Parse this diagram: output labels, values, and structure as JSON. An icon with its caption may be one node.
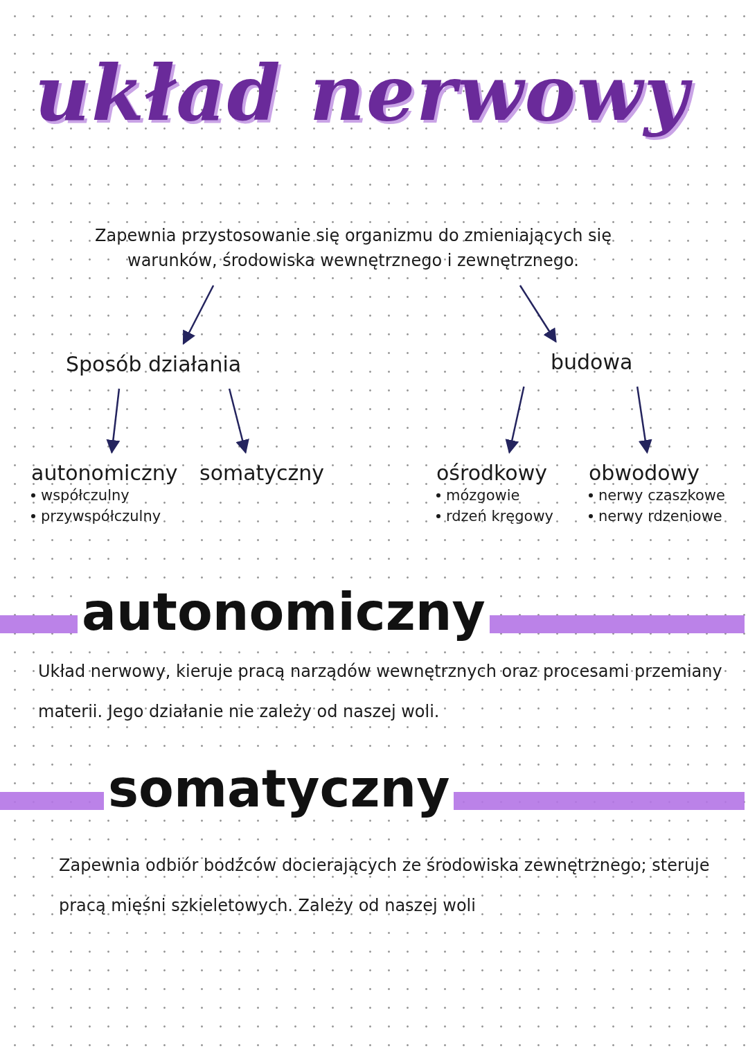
{
  "diagram": {
    "title": "układ nerwowy",
    "nodes": [
      {
        "text": [
          "Zapewnia przystosowanie się organizmu do zmieniających się warunków, środowiska wewnętrznego i zewnętrznego."
        ]
      },
      {
        "text": [
          "Sposób działania"
        ]
      },
      {
        "text": [
          "budowa"
        ]
      },
      {
        "text": [
          "autonomiczny",
          "współczulny",
          "przywspółczulny"
        ]
      },
      {
        "text": [
          "somatyczny"
        ]
      },
      {
        "text": [
          "ośrodkowy",
          "mózgowie",
          "rdzeń kręgowy"
        ]
      },
      {
        "text": [
          "obwodowy",
          "nerwy czaszkowe",
          "nerwy rdzeniowe"
        ]
      }
    ],
    "edges": [
      {
        "from": 0,
        "to": 1,
        "arrow": "to"
      },
      {
        "from": 0,
        "to": 2,
        "arrow": "to"
      },
      {
        "from": 1,
        "to": 3,
        "arrow": "to"
      },
      {
        "from": 1,
        "to": 4,
        "arrow": "to"
      },
      {
        "from": 2,
        "to": 5,
        "arrow": "to"
      },
      {
        "from": 2,
        "to": 6,
        "arrow": "to"
      }
    ],
    "labels": [
      "autonomiczny",
      "Układ nerwowy, kieruje pracą narządów wewnętrznych oraz procesami przemiany materii. Jego działanie nie zależy od naszej woli.",
      "somatyczny",
      "Zapewnia odbiór bodźców docierających ze środowiska zewnętrznego; steruje pracą mięśni szkieletowych. Zależy od naszej woli"
    ]
  }
}
